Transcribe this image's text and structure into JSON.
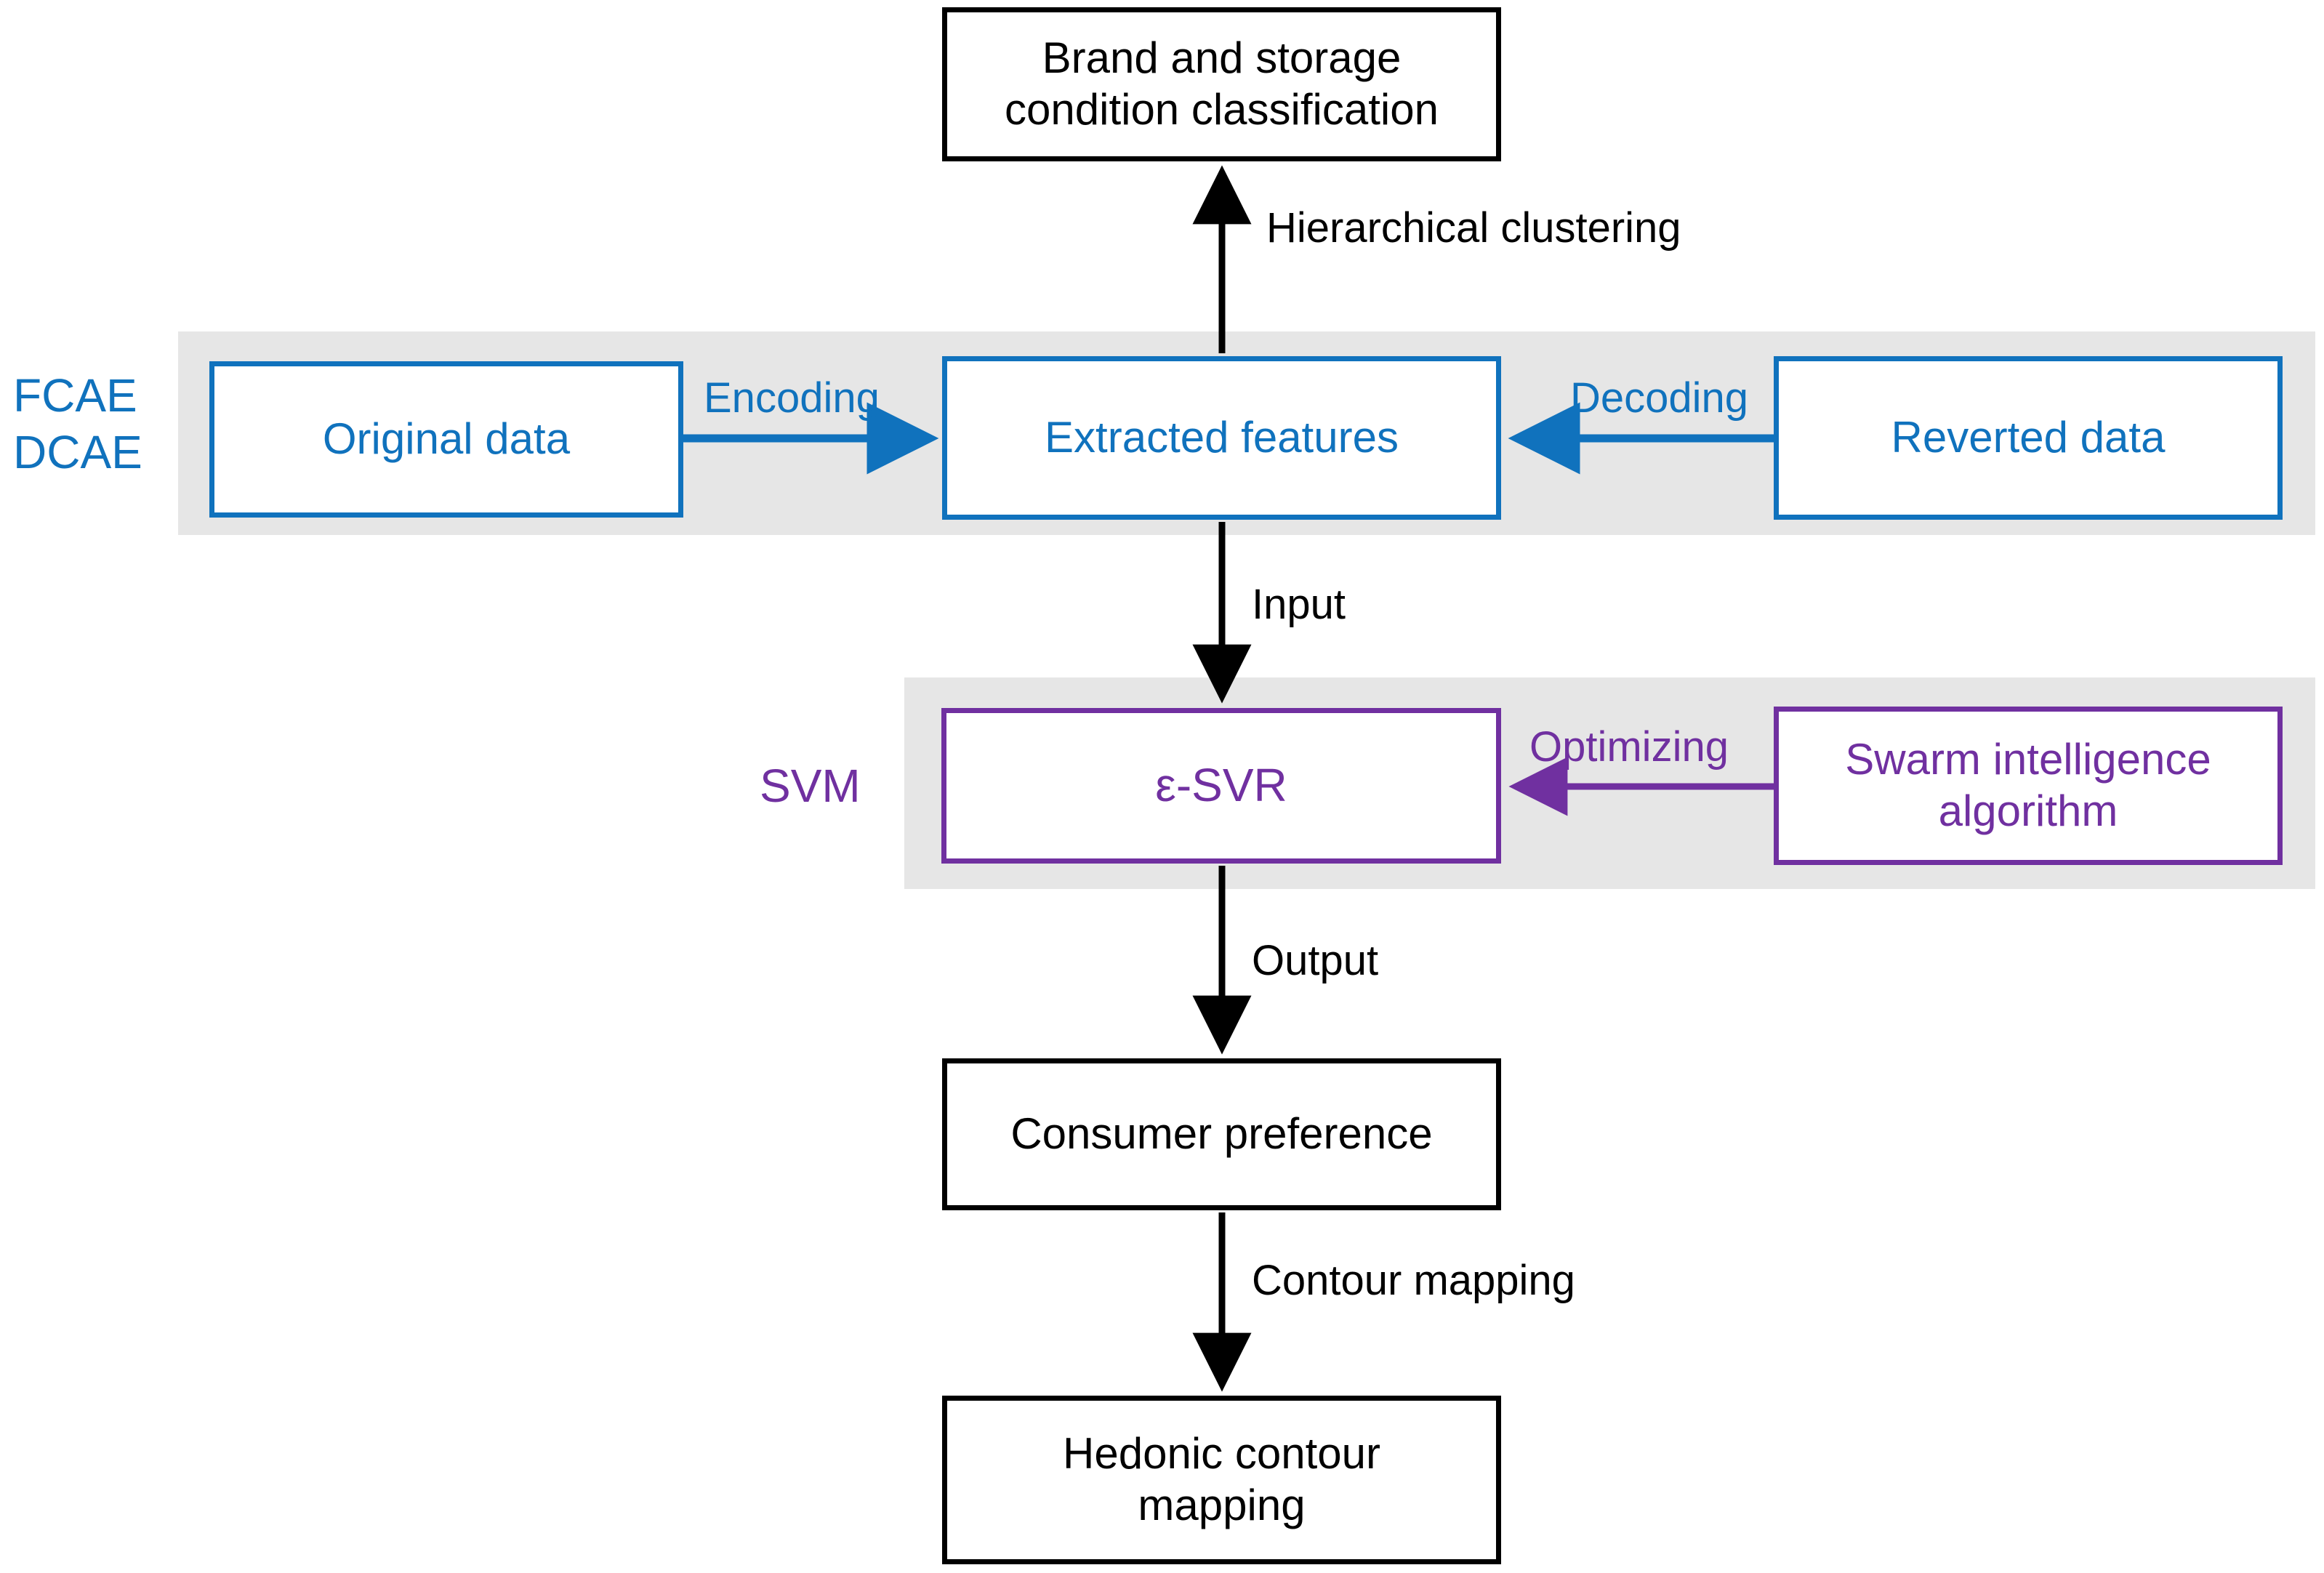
{
  "diagram": {
    "title_semantic": "food-sensory-analysis-pipeline-flowchart",
    "colors": {
      "black": "#000000",
      "blue": "#1072bd",
      "purple": "#7030a0",
      "band_gray": "#e6e6e6",
      "background": "#ffffff"
    },
    "group_labels": [
      {
        "id": "fcae-dcae",
        "text": "FCAE\nDCAE",
        "color": "#1072bd"
      },
      {
        "id": "svm",
        "text": "SVM",
        "color": "#7030a0"
      }
    ],
    "nodes": [
      {
        "id": "classification",
        "label": "Brand and storage\ncondition classification",
        "color": "#000000"
      },
      {
        "id": "original-data",
        "label": "Original data",
        "color": "#1072bd"
      },
      {
        "id": "extracted-features",
        "label": "Extracted features",
        "color": "#1072bd"
      },
      {
        "id": "reverted-data",
        "label": "Reverted data",
        "color": "#1072bd"
      },
      {
        "id": "epsilon-svr",
        "label": "ε-SVR",
        "color": "#7030a0"
      },
      {
        "id": "swarm-intelligence",
        "label": "Swarm intelligence\nalgorithm",
        "color": "#7030a0"
      },
      {
        "id": "consumer-preference",
        "label": "Consumer preference",
        "color": "#000000"
      },
      {
        "id": "hedonic-contour-mapping",
        "label": "Hedonic contour\nmapping",
        "color": "#000000"
      }
    ],
    "edges": [
      {
        "id": "hierarchical-clustering",
        "label": "Hierarchical clustering",
        "from": "extracted-features",
        "to": "classification",
        "color": "#000000",
        "direction": "up"
      },
      {
        "id": "encoding",
        "label": "Encoding",
        "from": "original-data",
        "to": "extracted-features",
        "color": "#1072bd",
        "direction": "right"
      },
      {
        "id": "decoding",
        "label": "Decoding",
        "from": "reverted-data",
        "to": "extracted-features",
        "color": "#1072bd",
        "direction": "left"
      },
      {
        "id": "input",
        "label": "Input",
        "from": "extracted-features",
        "to": "epsilon-svr",
        "color": "#000000",
        "direction": "down"
      },
      {
        "id": "optimizing",
        "label": "Optimizing",
        "from": "swarm-intelligence",
        "to": "epsilon-svr",
        "color": "#7030a0",
        "direction": "left"
      },
      {
        "id": "output",
        "label": "Output",
        "from": "epsilon-svr",
        "to": "consumer-preference",
        "color": "#000000",
        "direction": "down"
      },
      {
        "id": "contour-mapping",
        "label": "Contour mapping",
        "from": "consumer-preference",
        "to": "hedonic-contour-mapping",
        "color": "#000000",
        "direction": "down"
      }
    ]
  }
}
